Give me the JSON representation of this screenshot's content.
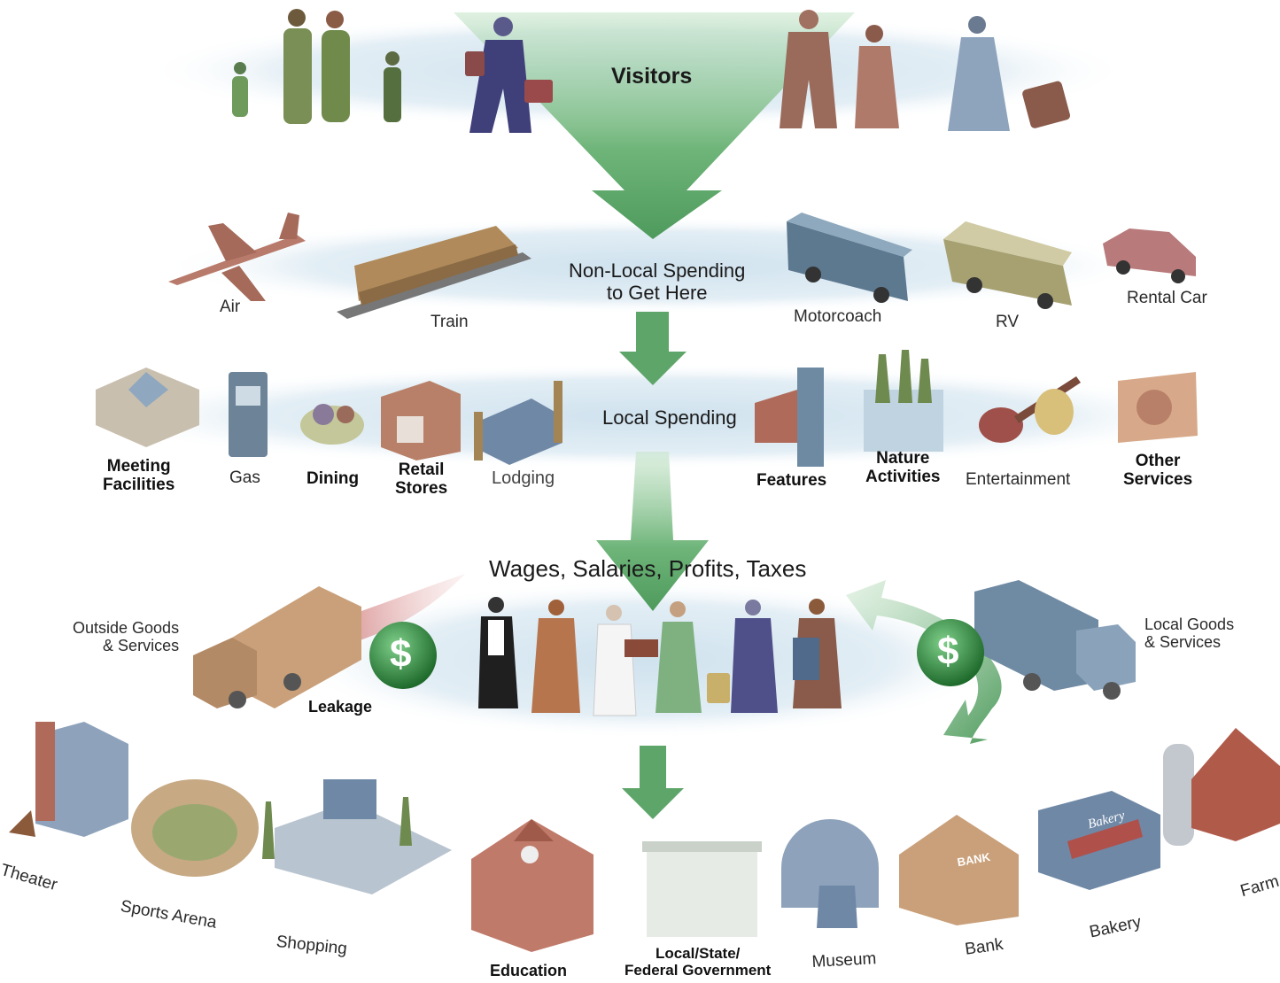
{
  "stages": {
    "visitors": "Visitors",
    "non_local": "Non-Local Spending\nto Get Here",
    "local": "Local Spending",
    "wages": "Wages, Salaries, Profits, Taxes"
  },
  "transport": [
    "Air",
    "Train",
    "Motorcoach",
    "RV",
    "Rental Car"
  ],
  "local_spending": [
    "Meeting\nFacilities",
    "Gas",
    "Dining",
    "Retail\nStores",
    "Lodging",
    "Features",
    "Nature\nActivities",
    "Entertainment",
    "Other\nServices"
  ],
  "flows": {
    "outside": "Outside Goods\n& Services",
    "leakage": "Leakage",
    "local_goods": "Local Goods\n& Services",
    "dollar": "$"
  },
  "community": [
    "Theater",
    "Sports Arena",
    "Shopping",
    "Education",
    "Local/State/\nFederal Government",
    "Museum",
    "Bank",
    "Bakery",
    "Farm"
  ],
  "sign_text": {
    "bank": "BANK",
    "bakery": "Bakery"
  },
  "colors": {
    "arrow": "#5fa86b",
    "leakage": "#c0392b",
    "band": "#dde9f1",
    "dollar": "#2e7d3a"
  }
}
